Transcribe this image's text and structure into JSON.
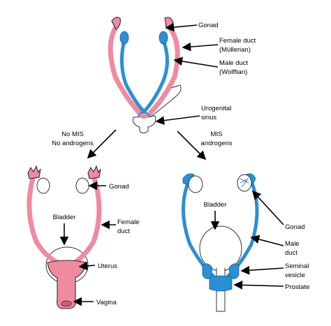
{
  "top": {
    "gonad": "Gonad",
    "female_duct": "Female duct",
    "female_duct_sub": "(Müllerian)",
    "male_duct": "Male duct",
    "male_duct_sub": "(Wolffian)",
    "sinus": "Urogenital",
    "sinus_sub": "sinus"
  },
  "branches": {
    "left_line1": "No MIS",
    "left_line2": "No androgens",
    "right_line1": "MIS",
    "right_line2": "androgens"
  },
  "female": {
    "gonad": "Gonad",
    "bladder": "Bladder",
    "female_duct": "Female",
    "female_duct_sub": "duct",
    "uterus": "Uterus",
    "vagina": "Vagina"
  },
  "male": {
    "bladder": "Bladder",
    "gonad": "Gonad",
    "male_duct": "Male",
    "male_duct_sub": "duct",
    "seminal": "Seminal",
    "seminal_sub": "vesicle",
    "prostate": "Prostate"
  },
  "colors": {
    "female_pink": "#f08aa0",
    "male_blue": "#2b8fd4"
  }
}
